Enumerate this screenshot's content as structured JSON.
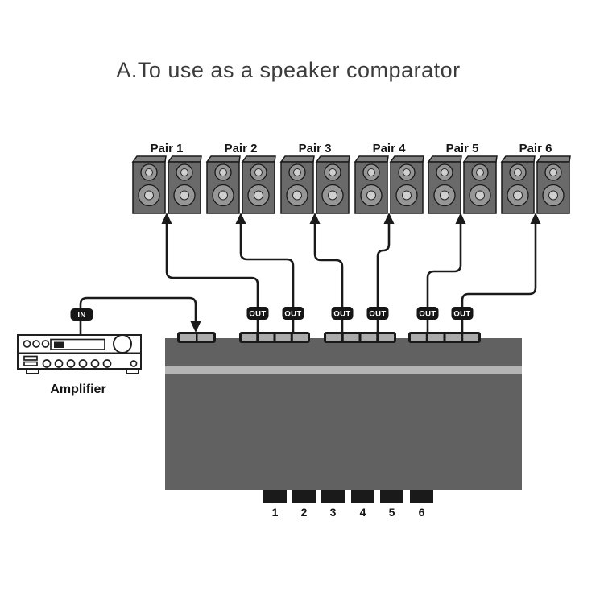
{
  "title": "A.To use as a speaker comparator",
  "pairs": [
    {
      "label": "Pair 1"
    },
    {
      "label": "Pair 2"
    },
    {
      "label": "Pair 3"
    },
    {
      "label": "Pair 4"
    },
    {
      "label": "Pair 5"
    },
    {
      "label": "Pair 6"
    }
  ],
  "outputs": [
    {
      "label": "OUT"
    },
    {
      "label": "OUT"
    },
    {
      "label": "OUT"
    },
    {
      "label": "OUT"
    },
    {
      "label": "OUT"
    },
    {
      "label": "OUT"
    }
  ],
  "selector_buttons": [
    {
      "label": "1"
    },
    {
      "label": "2"
    },
    {
      "label": "3"
    },
    {
      "label": "4"
    },
    {
      "label": "5"
    },
    {
      "label": "6"
    }
  ],
  "amplifier": {
    "label": "Amplifier",
    "input_label": "IN"
  },
  "colors": {
    "title_color": "#3c3c3c",
    "line": "#1a1a1a",
    "label_bg": "#161616",
    "label_text": "#ffffff",
    "device_body": "#616161",
    "device_stripe": "#b4b4b4",
    "connector_fill": "#ababab",
    "speaker_front": "#6a6a6a",
    "speaker_top": "#7f7f7f",
    "speaker_ring": "#969696",
    "speaker_cone": "#cfcfcf"
  }
}
